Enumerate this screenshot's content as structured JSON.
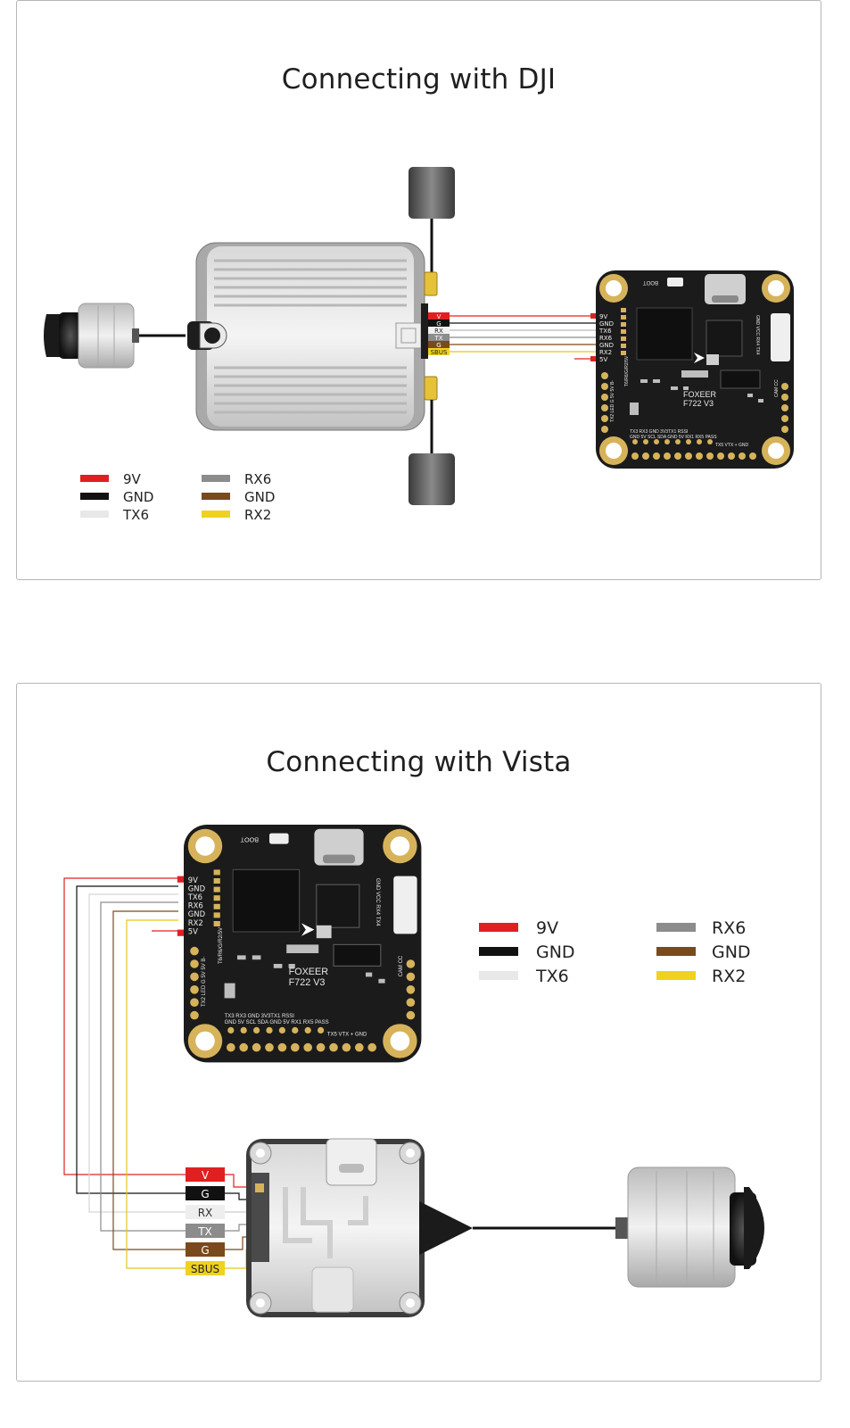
{
  "panels": [
    {
      "title": "Connecting with DJI",
      "legend": [
        {
          "color": "#e02020",
          "label": "9V"
        },
        {
          "color": "#111111",
          "label": "GND"
        },
        {
          "color": "#e8e8e8",
          "label": "TX6"
        },
        {
          "color": "#8c8c8c",
          "label": "RX6"
        },
        {
          "color": "#7a4a1c",
          "label": "GND"
        },
        {
          "color": "#f0d21e",
          "label": "RX2"
        }
      ],
      "air_unit_pins": [
        "V",
        "G",
        "RX",
        "TX",
        "G",
        "SBUS"
      ],
      "fc_pins": [
        "9V",
        "GND",
        "TX6",
        "RX6",
        "GND",
        "RX2",
        "5V"
      ]
    },
    {
      "title": "Connecting with Vista",
      "legend": [
        {
          "color": "#e02020",
          "label": "9V"
        },
        {
          "color": "#111111",
          "label": "GND"
        },
        {
          "color": "#e8e8e8",
          "label": "TX6"
        },
        {
          "color": "#8c8c8c",
          "label": "RX6"
        },
        {
          "color": "#7a4a1c",
          "label": "GND"
        },
        {
          "color": "#f0d21e",
          "label": "RX2"
        }
      ],
      "vista_pins": [
        "V",
        "G",
        "RX",
        "TX",
        "G",
        "SBUS"
      ],
      "fc_pins": [
        "9V",
        "GND",
        "TX6",
        "RX6",
        "GND",
        "RX2",
        "5V"
      ]
    }
  ],
  "flight_controller": {
    "brand": "FOXEER",
    "model": "F722 V3",
    "boot_label": "BOOT",
    "bottom_pads_line1": "TX3 RX3 GND 3V3TX1 RSSI",
    "bottom_pads_line2": "GND 5V SCL SDA GND 5V RX1 RX5 PASS",
    "bottom_pads_line3": "TX5 VTX + GND",
    "left_pads": "TX2 LED G 5V 5V B-",
    "left_top": "T6/R6/G/R2/5V",
    "right_pads": "GND VCC RX4 TX4",
    "cam_label": "CAM CC"
  },
  "colors": {
    "pcb": "#1b1b1b",
    "pad_gold": "#d6b35a",
    "wire_red": "#e02020",
    "wire_black": "#111111",
    "wire_white": "#e8e8e8",
    "wire_grey": "#8c8c8c",
    "wire_brown": "#7a4a1c",
    "wire_yellow": "#f0d21e"
  }
}
